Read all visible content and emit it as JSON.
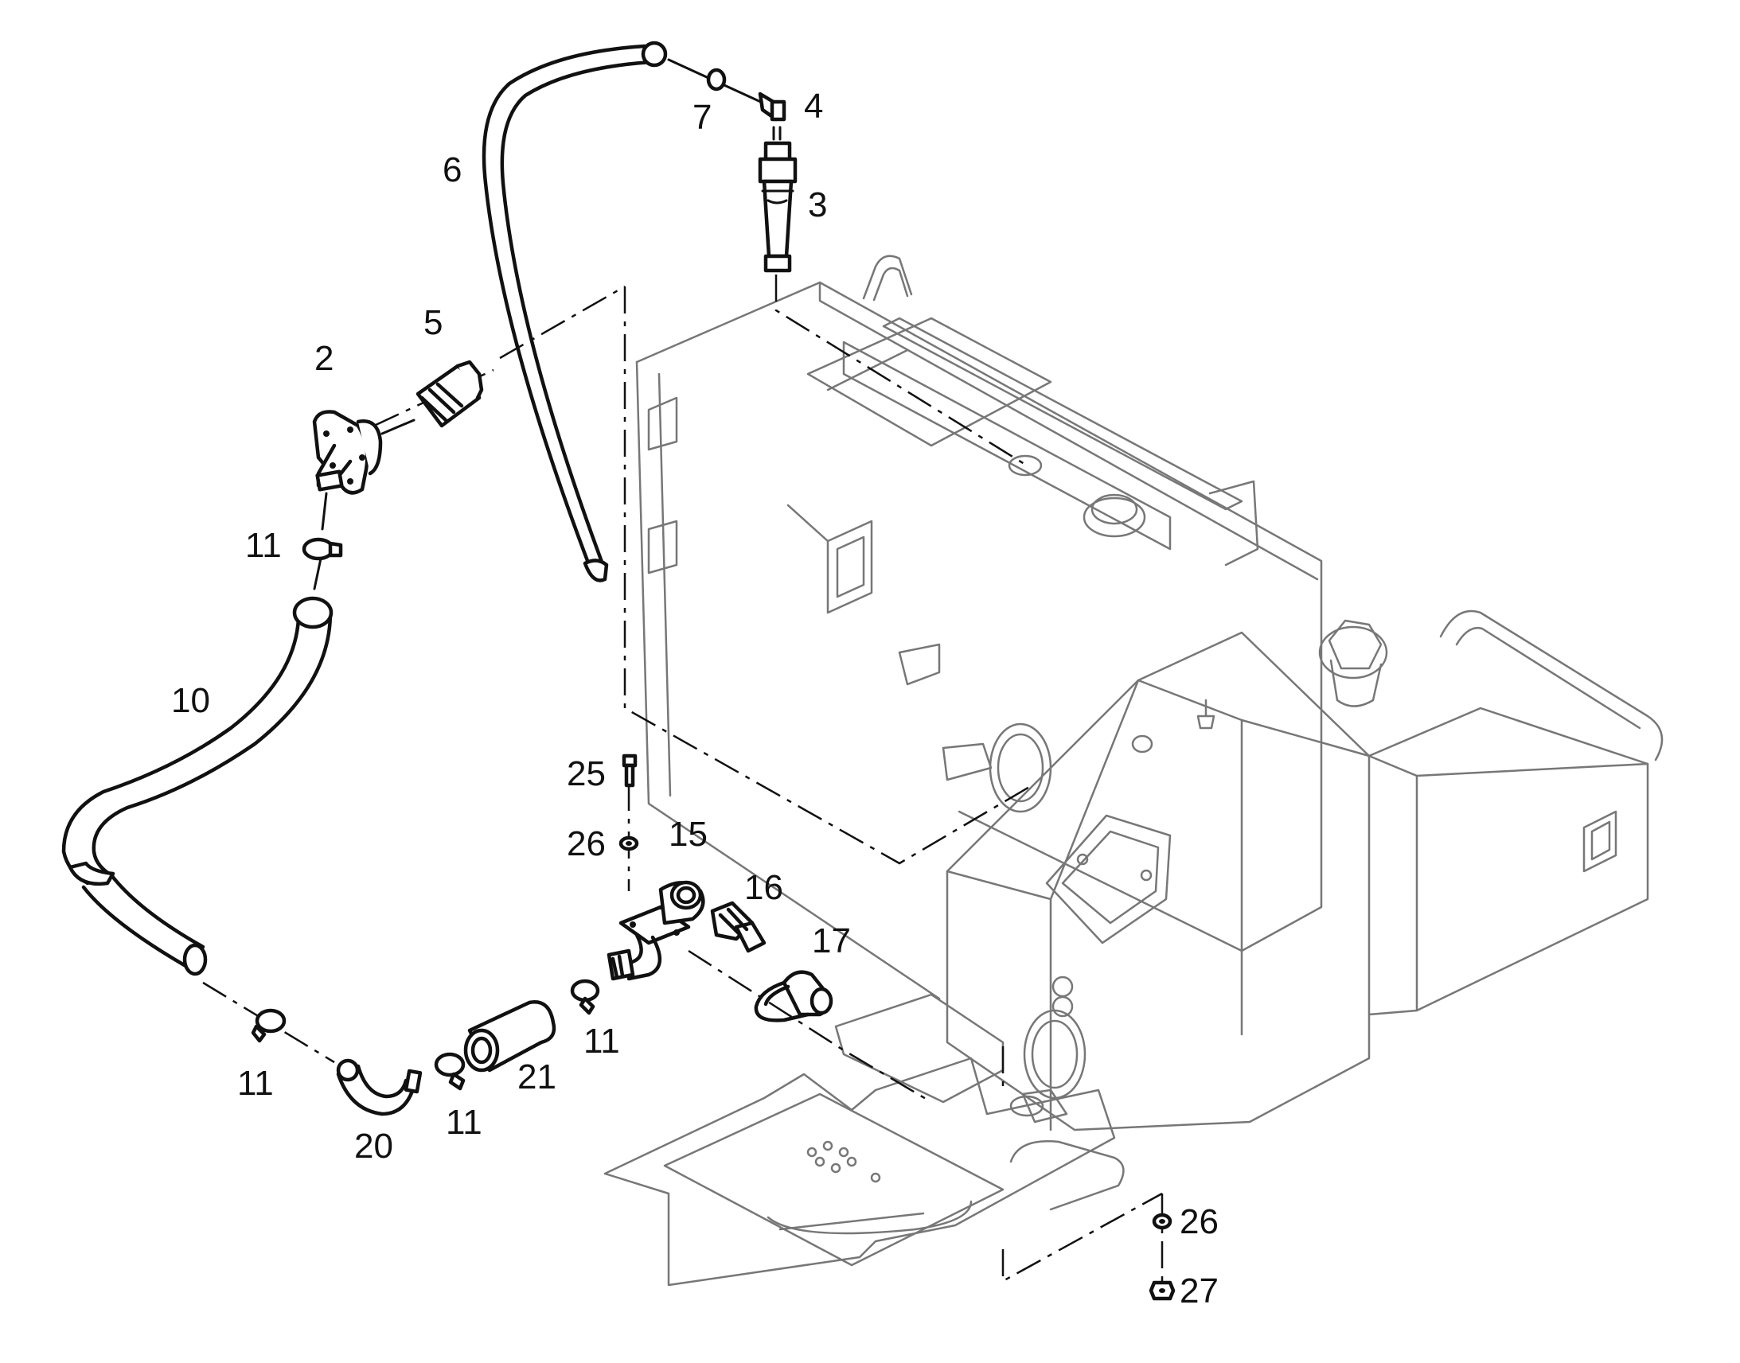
{
  "labels": {
    "p2": "2",
    "p3": "3",
    "p4": "4",
    "p5": "5",
    "p6": "6",
    "p7": "7",
    "p10": "10",
    "p11a": "11",
    "p11b": "11",
    "p11c": "11",
    "p11d": "11",
    "p15": "15",
    "p16": "16",
    "p17": "17",
    "p20": "20",
    "p21": "21",
    "p25": "25",
    "p26a": "26",
    "p26b": "26",
    "p27": "27"
  },
  "colors": {
    "line": "#111111",
    "tank_line": "#777777",
    "background": "#ffffff"
  }
}
